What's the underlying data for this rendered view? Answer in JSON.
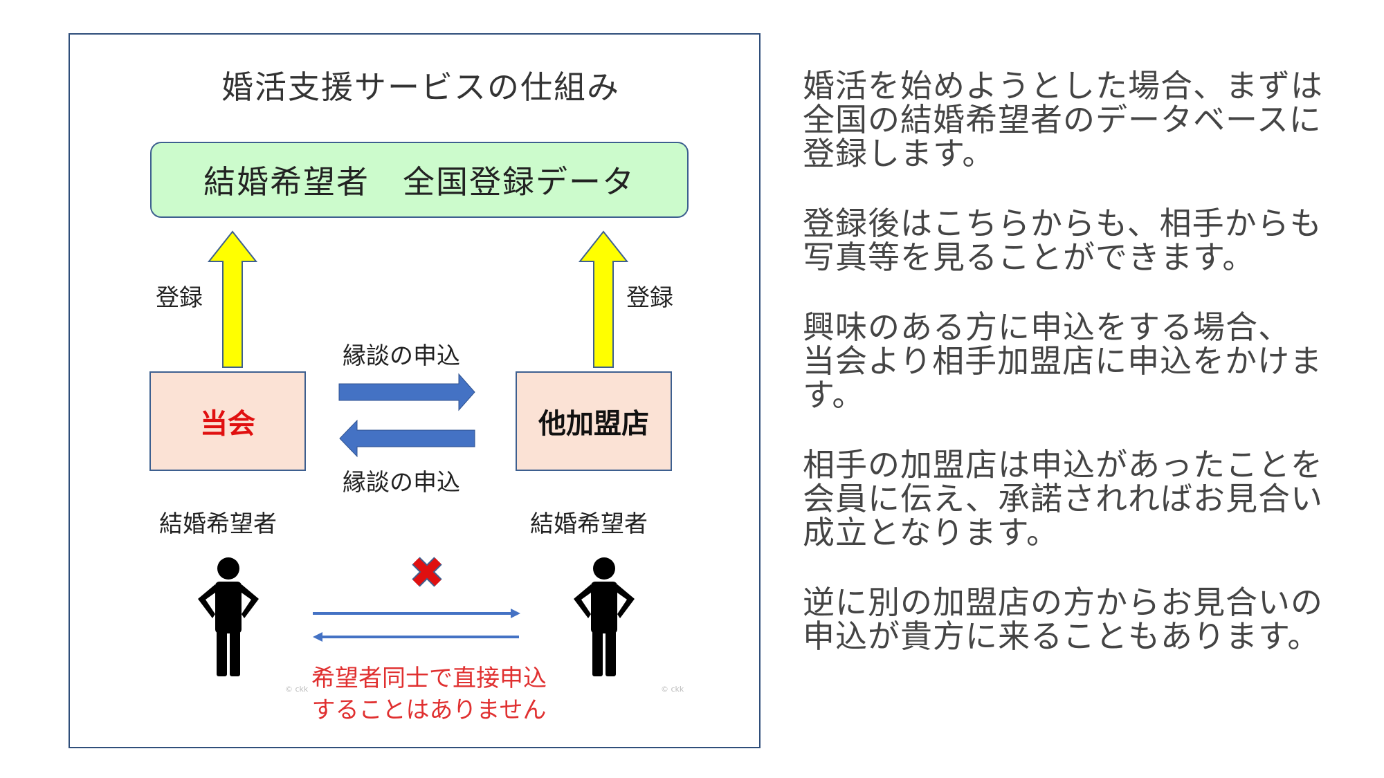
{
  "diagram": {
    "title": "婚活支援サービスの仕組み",
    "database_label": "結婚希望者　全国登録データ",
    "register_left": "登録",
    "register_right": "登録",
    "proposal_top": "縁談の申込",
    "proposal_bottom": "縁談の申込",
    "node_self": "当会",
    "node_other": "他加盟店",
    "person_left_label": "結婚希望者",
    "person_right_label": "結婚希望者",
    "note_line1": "希望者同士で直接申込",
    "note_line2": "することはありません",
    "copyright_left": "© ckk",
    "copyright_right": "© ckk",
    "colors": {
      "db_fill": "#ccfbcc",
      "node_fill": "#fbe2d5",
      "up_arrow": "#ffff00",
      "side_arrow": "#4472c4",
      "cross": "#e01010",
      "note_text": "#e03030"
    }
  },
  "explanation": {
    "paragraphs": [
      "婚活を始めようとした場合、まずは\n全国の結婚希望者のデータベースに\n登録します。",
      "登録後はこちらからも、相手からも\n写真等を見ることができます。",
      "興味のある方に申込をする場合、\n当会より相手加盟店に申込をかけま\nす。",
      "相手の加盟店は申込があったことを\n会員に伝え、承諾されればお見合い\n成立となります。",
      "逆に別の加盟店の方からお見合いの\n申込が貴方に来ることもあります。"
    ]
  }
}
